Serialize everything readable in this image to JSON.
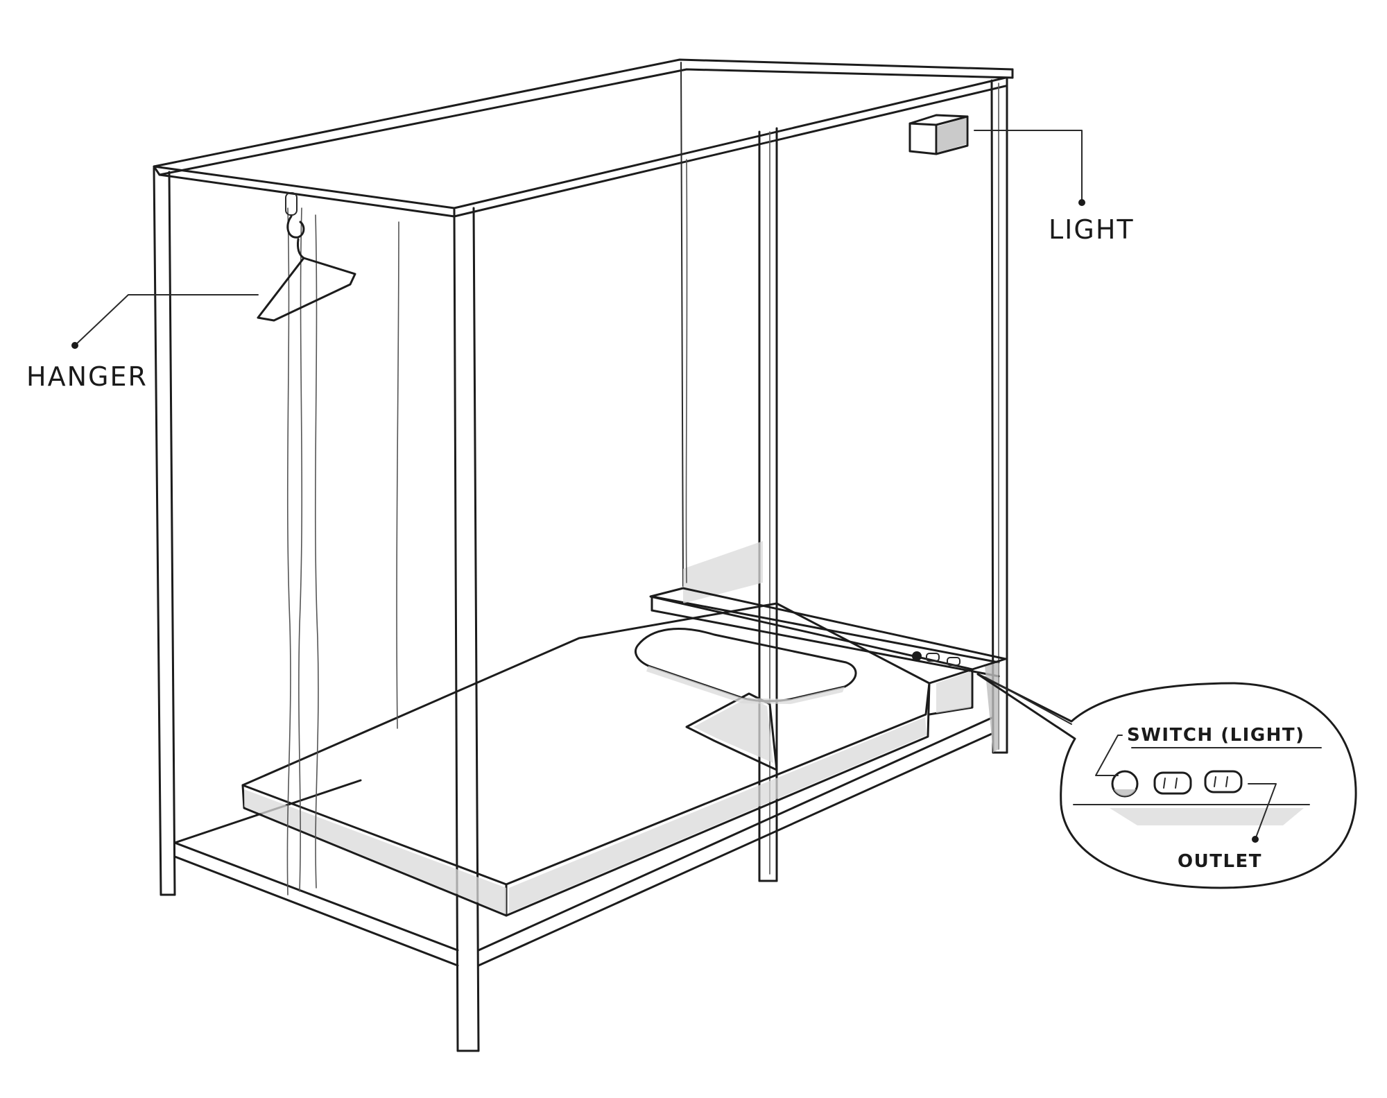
{
  "labels": {
    "hanger": "HANGER",
    "light": "LIGHT",
    "switch": "SWITCH (LIGHT)",
    "outlet": "OUTLET"
  },
  "colors": {
    "ink": "#1c1c1c",
    "background": "#ffffff",
    "shade": "#d9d9d9"
  }
}
